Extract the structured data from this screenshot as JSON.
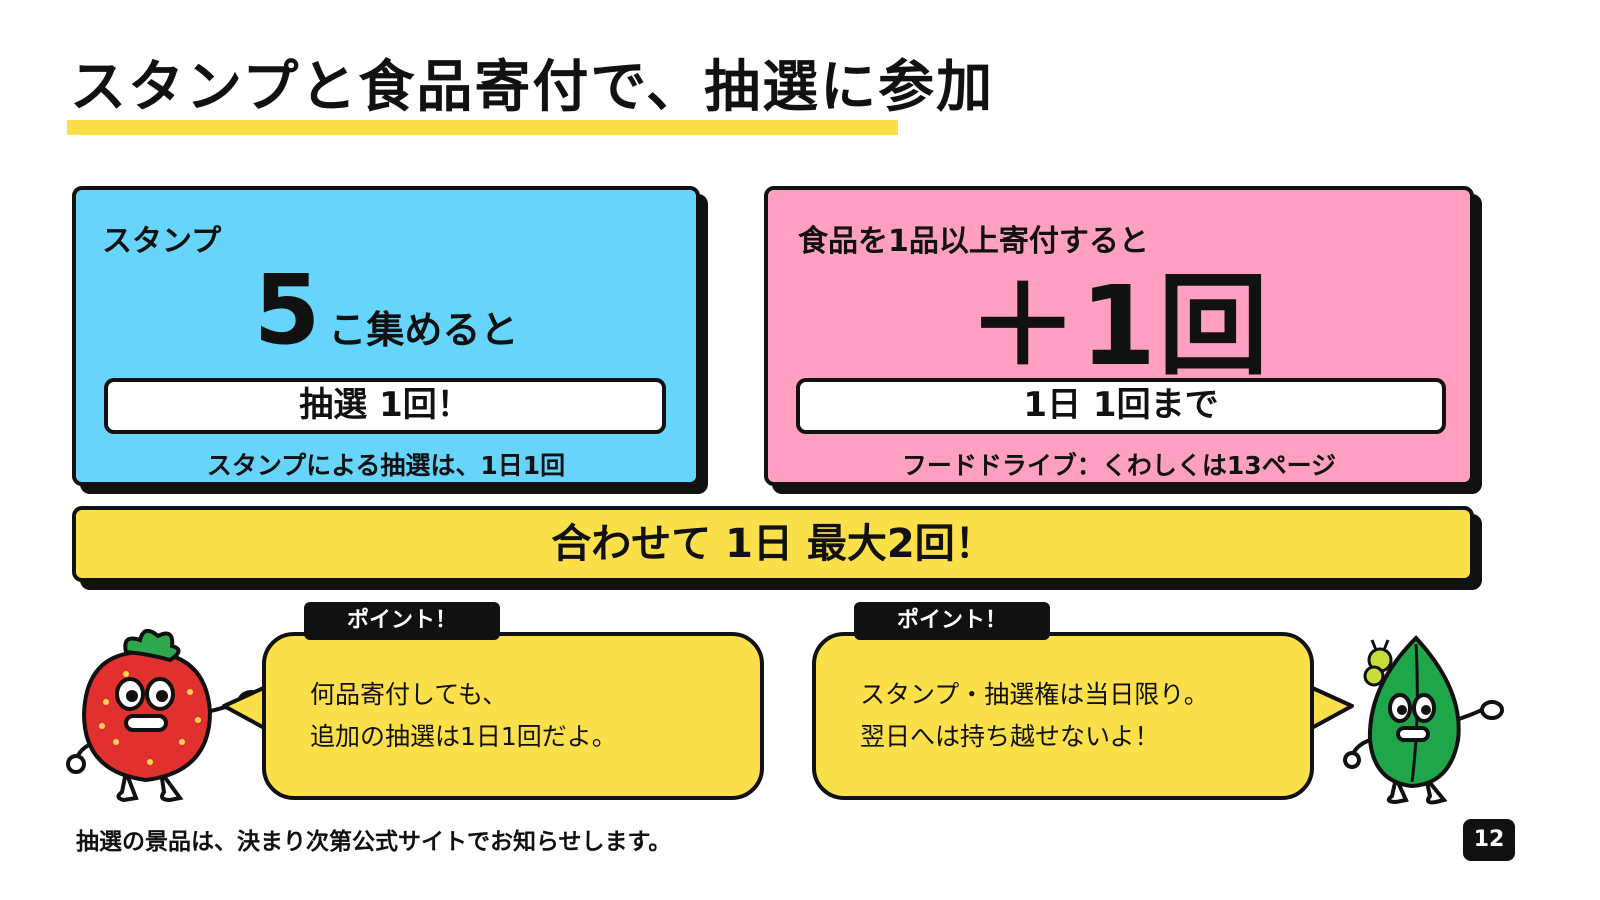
{
  "slide": {
    "title": "スタンプと食品寄付で、抽選に参加",
    "page_number": "12",
    "footer_note": "抽選の景品は、決まり次第公式サイトでお知らせします。"
  },
  "stamp_box": {
    "label": "スタンプ",
    "count": "5",
    "count_suffix": "こ集めると",
    "result": "抽選 1回！",
    "note": "スタンプによる抽選は、1日1回"
  },
  "donation_box": {
    "label": "食品を1品以上寄付すると",
    "bonus": "＋1回",
    "limit": "1日 1回まで",
    "note": "フードドライブ：くわしくは13ページ"
  },
  "summary_banner": {
    "text": "合わせて 1日 最大2回！"
  },
  "point_left": {
    "tag": "ポイント！",
    "line1": "何品寄付しても、",
    "line2": "追加の抽選は1日1回だよ。"
  },
  "point_right": {
    "tag": "ポイント！",
    "line1": "スタンプ・抽選権は当日限り。",
    "line2": "翌日へは持ち越せないよ！"
  },
  "colors": {
    "blue": "#66d4fb",
    "pink": "#ff9fc1",
    "yellow": "#fbe04a",
    "ink": "#111111"
  }
}
